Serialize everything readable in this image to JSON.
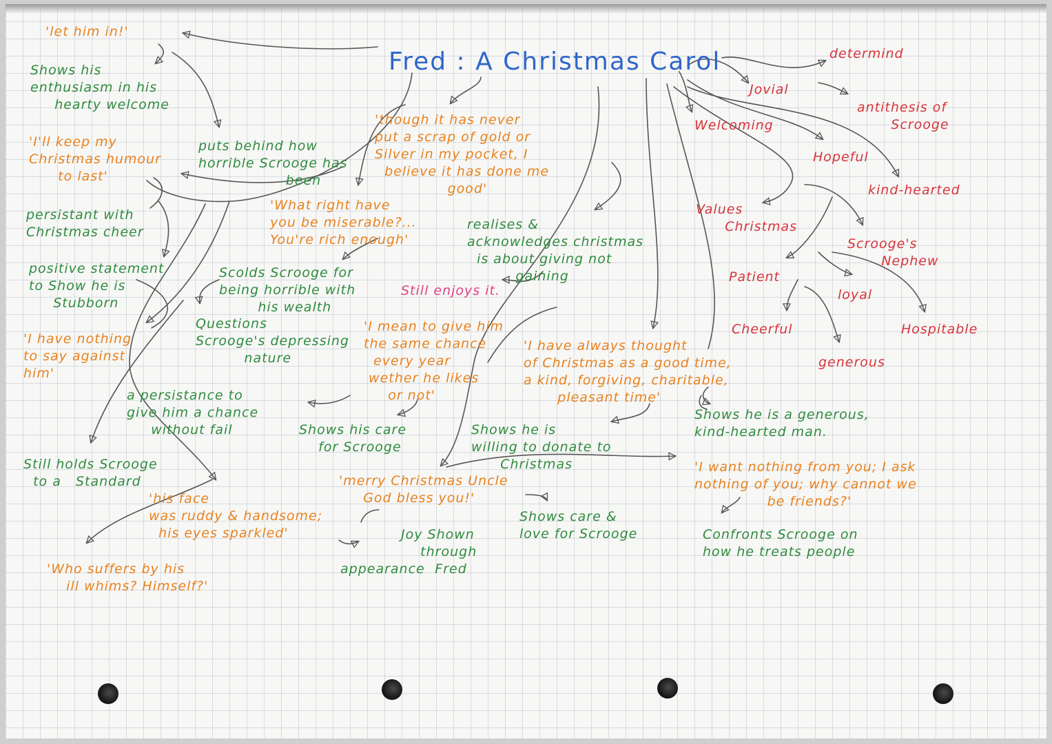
{
  "diagram": {
    "title": "Fred : A Christmas Carol",
    "branches": {
      "let_him_in": {
        "quote": "'let him in!'",
        "note": "Shows his\nenthusiasm in his\n     hearty welcome"
      },
      "humour": {
        "quote": "'I'll keep my\nChristmas humour\n      to last'",
        "note": "persistant with\nChristmas cheer",
        "note2": "positive statement\nto Show he is\n     Stubborn"
      },
      "puts_behind": {
        "note": "puts behind how\nhorrible Scrooge has\n                  been"
      },
      "nothing_to_say": {
        "quote": "'I have nothing\nto say against\nhim'",
        "note": "Still holds Scrooge\n  to a   Standard"
      },
      "who_suffers": {
        "quote": "'Who suffers by his\n    ill whims? Himself?'"
      },
      "what_right": {
        "quote": "'What right have\nyou be miserable?...\nYou're rich enough'",
        "note": "Scolds Scrooge for\nbeing horrible with\n        his wealth",
        "note2": "Questions\nScrooge's depressing\n          nature"
      },
      "scrap_of_gold": {
        "quote": "'though it has never\nput a scrap of gold or\nSilver in my pocket, I\n  believe it has done me\n               good'",
        "note": "realises &\nacknowledges christmas\n  is about giving not\n          gaining",
        "note2": "Still enjoys it."
      },
      "same_chance": {
        "quote": "'I mean to give him\nthe same chance\n  every year\n wether he likes\n     or not'",
        "note": "a persistance to\ngive him a chance\n     without fail",
        "note2": "Shows his care\n    for Scrooge"
      },
      "always_thought": {
        "quote": "'I have always thought\nof Christmas as a good time,\na kind, forgiving, charitable,\n       pleasant time'",
        "note": "Shows he is\nwilling to donate to\n      Christmas",
        "note2": "Shows he is a generous,\nkind-hearted man."
      },
      "face": {
        "quote": "'his face\nwas ruddy & handsome;\n  his eyes sparkled'",
        "note": "appearance",
        "note2": "Joy Shown\n    through\n       Fred"
      },
      "merry_christmas": {
        "quote": "'merry Christmas Uncle\n     God bless you!'",
        "note": "Shows care &\nlove for Scrooge"
      },
      "want_nothing": {
        "quote": "'I want nothing from you; I ask\nnothing of you; why cannot we\n               be friends?'",
        "note": "Confronts Scrooge on\nhow he treats people"
      }
    },
    "traits": {
      "jovial": "Jovial",
      "determind": "determind",
      "antithesis": "antithesis of\n       Scrooge",
      "welcoming": "Welcoming",
      "hopeful": "Hopeful",
      "kind_hearted": "kind-hearted",
      "values_christmas": "Values\n      Christmas",
      "scrooges_nephew": "Scrooge's\n       Nephew",
      "patient": "Patient",
      "loyal": "loyal",
      "cheerful": "Cheerful",
      "hospitable": "Hospitable",
      "generous": "generous"
    }
  }
}
